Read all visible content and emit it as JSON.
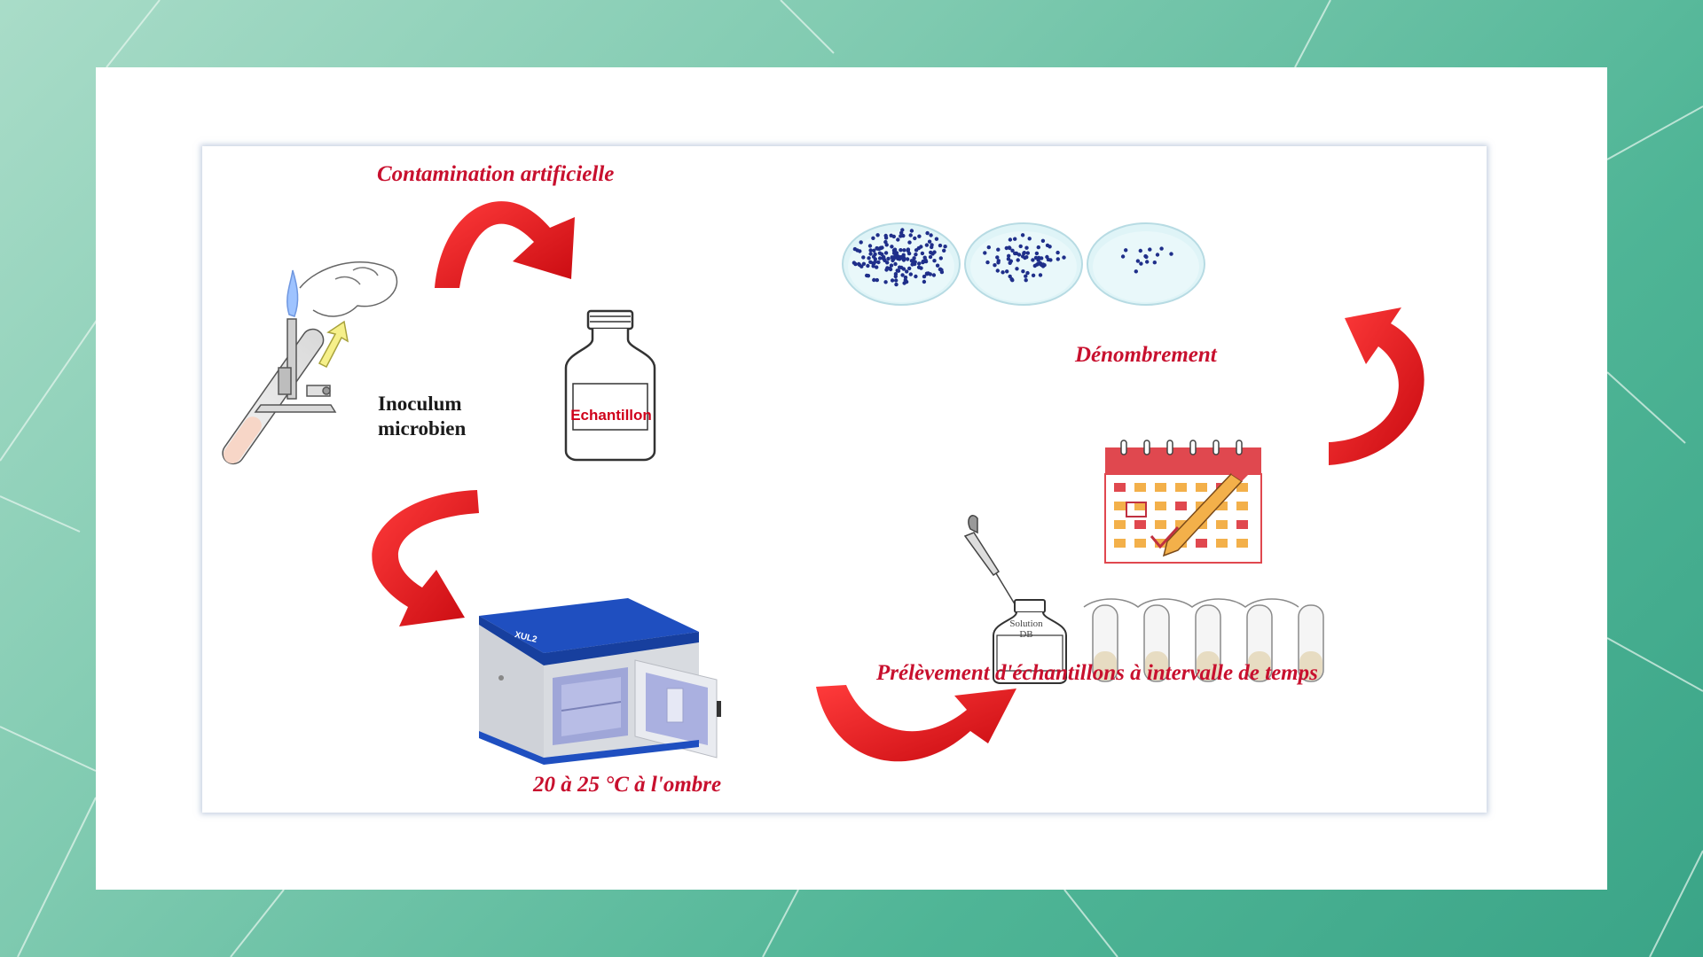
{
  "diagram": {
    "steps": {
      "contamination": "Contamination artificielle",
      "inoculum_line1": "Inoculum",
      "inoculum_line2": "microbien",
      "sample_bottle": "Echantillon",
      "incubation": "20 à 25 °C à l'ombre",
      "sampling": "Prélèvement d'échantillons à intervalle de temps",
      "enumeration": "Dénombrement"
    },
    "solution_bottle_line1": "Solution",
    "solution_bottle_line2": "DB",
    "incubator_brand": "XUL2"
  },
  "colors": {
    "arrow_red": "#e8141b",
    "caption_red": "#c8102e",
    "colony_blue": "#1f2f8a",
    "petri_fill": "#dff4f7",
    "incubator_blue": "#1f4fc0",
    "calendar_red": "#e0484f",
    "calendar_orange": "#f3b04a"
  },
  "icons": [
    "test-tube-burner-icon",
    "bottle-icon",
    "incubator-icon",
    "petri-dish-icon",
    "calendar-icon",
    "pipette-icon",
    "test-tube-rack-icon",
    "curved-arrow-icon"
  ]
}
